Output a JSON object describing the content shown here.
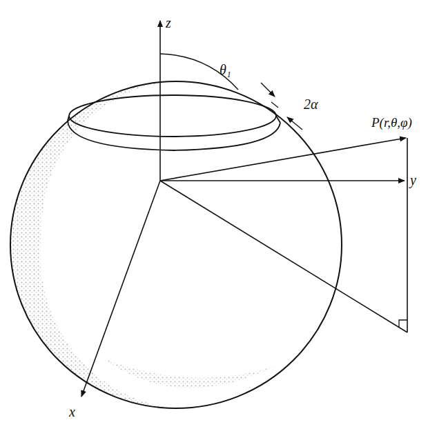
{
  "diagram": {
    "labels": [
      "z",
      "θ₁",
      "2α",
      "P(r,θ,φ)",
      "y",
      "x"
    ]
  }
}
